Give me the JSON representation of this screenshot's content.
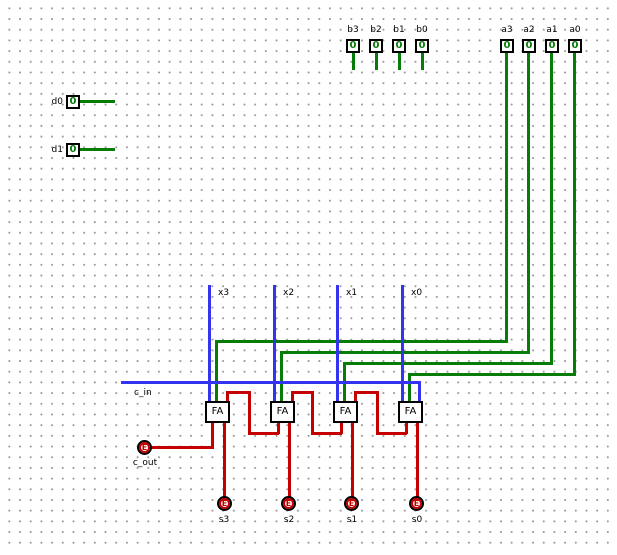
{
  "colors": {
    "green": "#087c08",
    "blue": "#3434f0",
    "red": "#c40000",
    "grid": "#9a9a9a"
  },
  "pins_b": [
    {
      "label": "b3",
      "value": "0"
    },
    {
      "label": "b2",
      "value": "0"
    },
    {
      "label": "b1",
      "value": "0"
    },
    {
      "label": "b0",
      "value": "0"
    }
  ],
  "pins_a": [
    {
      "label": "a3",
      "value": "0"
    },
    {
      "label": "a2",
      "value": "0"
    },
    {
      "label": "a1",
      "value": "0"
    },
    {
      "label": "a0",
      "value": "0"
    }
  ],
  "pins_d": [
    {
      "label": "d0",
      "value": "0"
    },
    {
      "label": "d1",
      "value": "0"
    }
  ],
  "net_labels": {
    "x3": "x3",
    "x2": "x2",
    "x1": "x1",
    "x0": "x0",
    "c_in": "c_in"
  },
  "components": {
    "fa_label": "FA"
  },
  "outputs": {
    "c_out": {
      "label": "c_out",
      "value": "E"
    },
    "s3": {
      "label": "s3",
      "value": "E"
    },
    "s2": {
      "label": "s2",
      "value": "E"
    },
    "s1": {
      "label": "s1",
      "value": "E"
    },
    "s0": {
      "label": "s0",
      "value": "E"
    }
  }
}
